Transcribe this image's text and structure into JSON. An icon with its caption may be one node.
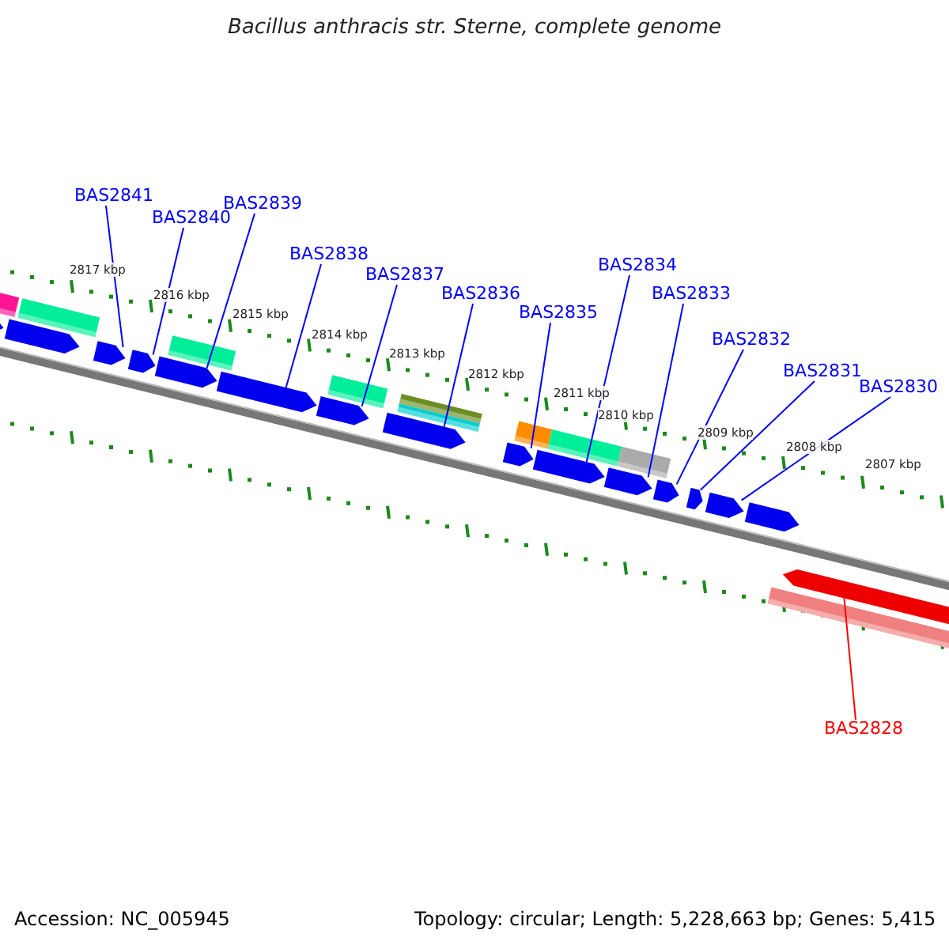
{
  "diagram": {
    "title": "Bacillus anthracis str. Sterne, complete genome",
    "nodes": [
      {
        "text": [
          "BAS2841"
        ]
      },
      {
        "text": [
          "BAS2840"
        ]
      },
      {
        "text": [
          "BAS2839"
        ]
      },
      {
        "text": [
          "BAS2838"
        ]
      },
      {
        "text": [
          "BAS2837"
        ]
      },
      {
        "text": [
          "BAS2836"
        ]
      },
      {
        "text": [
          "BAS2835"
        ]
      },
      {
        "text": [
          "BAS2834"
        ]
      },
      {
        "text": [
          "BAS2833"
        ]
      },
      {
        "text": [
          "BAS2832"
        ]
      },
      {
        "text": [
          "BAS2831"
        ]
      },
      {
        "text": [
          "BAS2830"
        ]
      },
      {
        "text": [
          "BAS2828"
        ]
      },
      {
        "text": [],
        "shape": "arrow"
      },
      {
        "text": [],
        "shape": "arrow"
      },
      {
        "text": [],
        "shape": "arrow"
      },
      {
        "text": [],
        "shape": "arrow"
      },
      {
        "text": [],
        "shape": "arrow"
      },
      {
        "text": [],
        "shape": "arrow"
      },
      {
        "text": [],
        "shape": "arrow"
      },
      {
        "text": [],
        "shape": "arrow"
      },
      {
        "text": [],
        "shape": "arrow"
      },
      {
        "text": [],
        "shape": "arrow"
      },
      {
        "text": [],
        "shape": "arrow"
      },
      {
        "text": [],
        "shape": "arrow"
      },
      {
        "text": [],
        "shape": "arrow"
      },
      {
        "text": [],
        "shape": "arrow"
      },
      {
        "text": [],
        "shape": "arrow"
      },
      {
        "text": [],
        "shape": "arrow"
      }
    ],
    "edges": [
      {
        "from": 0,
        "to": 15,
        "arrow": "none"
      },
      {
        "from": 1,
        "to": 16,
        "arrow": "none"
      },
      {
        "from": 2,
        "to": 17,
        "arrow": "none"
      },
      {
        "from": 3,
        "to": 18,
        "arrow": "none"
      },
      {
        "from": 4,
        "to": 19,
        "arrow": "none"
      },
      {
        "from": 5,
        "to": 20,
        "arrow": "none"
      },
      {
        "from": 6,
        "to": 21,
        "arrow": "none"
      },
      {
        "from": 7,
        "to": 22,
        "arrow": "none"
      },
      {
        "from": 8,
        "to": 23,
        "arrow": "none"
      },
      {
        "from": 9,
        "to": 24,
        "arrow": "none"
      },
      {
        "from": 10,
        "to": 25,
        "arrow": "none"
      },
      {
        "from": 11,
        "to": 26,
        "arrow": "none"
      },
      {
        "from": 12,
        "to": 28,
        "arrow": "none",
        "color": "#ff0000"
      }
    ],
    "labels": [
      "2817 kbp",
      "2816 kbp",
      "2815 kbp",
      "2814 kbp",
      "2813 kbp",
      "2812 kbp",
      "2811 kbp",
      "2810 kbp",
      "2809 kbp",
      "2808 kbp",
      "2807 kbp",
      "Accession: NC_005945",
      "Topology: circular; Length: 5,228,663 bp; Genes: 5,415"
    ]
  }
}
